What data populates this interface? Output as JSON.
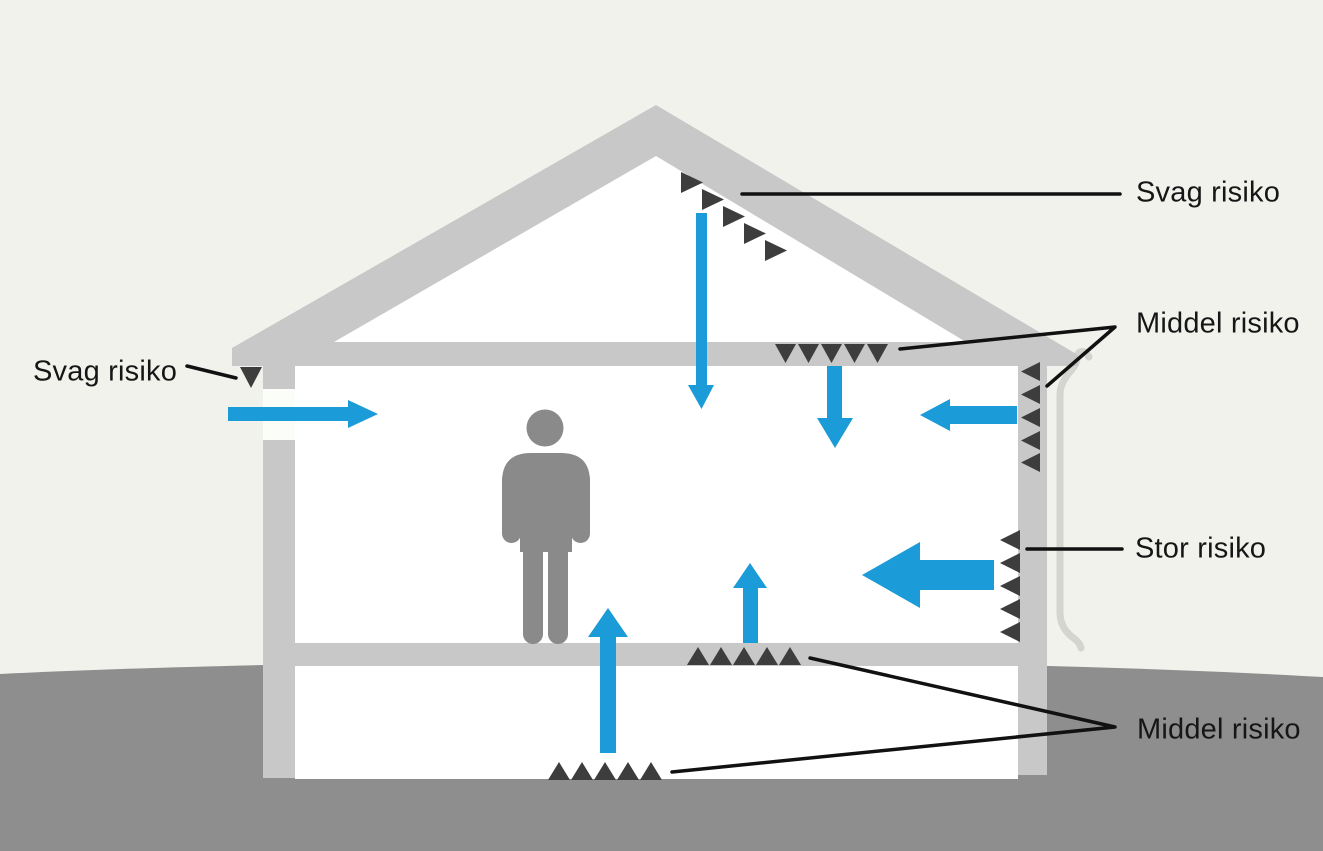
{
  "scene": {
    "background_color": "#f2f2ed",
    "ground_color": "#8e8e8e",
    "house_structure_color": "#c8c8c8",
    "interior_color": "#ffffff",
    "person_color": "#8a8a8a",
    "risk_marker_color": "#3d3d3d",
    "airflow_arrow_color": "#1b9bd7",
    "callout_line_color": "#111111",
    "downpipe_color": "#d4d4d0",
    "wall_vent_gap_color": "#fbfdf8"
  },
  "labels": {
    "svag_left": "Svag risiko",
    "svag_roof": "Svag risiko",
    "middel_right": "Middel risiko",
    "stor_right": "Stor risiko",
    "middel_bottom": "Middel risiko"
  },
  "risk_points": [
    {
      "location": "roof-underside",
      "level": "Svag risiko",
      "marker_count": 5,
      "marker_direction": "right"
    },
    {
      "location": "left-wall-top-vent",
      "level": "Svag risiko",
      "marker_count": 1,
      "marker_direction": "down"
    },
    {
      "location": "ceiling",
      "level": "Middel risiko",
      "marker_count": 5,
      "marker_direction": "down"
    },
    {
      "location": "right-wall-upper",
      "level": "Middel risiko",
      "marker_count": 5,
      "marker_direction": "left"
    },
    {
      "location": "right-wall-lower",
      "level": "Stor risiko",
      "marker_count": 5,
      "marker_direction": "left"
    },
    {
      "location": "floor-slab",
      "level": "Middel risiko",
      "marker_count": 5,
      "marker_direction": "up"
    },
    {
      "location": "ground-under-house",
      "level": "Middel risiko",
      "marker_count": 5,
      "marker_direction": "up"
    }
  ],
  "airflows": [
    {
      "id": "in-through-left-wall",
      "direction": "right",
      "size": "normal"
    },
    {
      "id": "down-from-roof",
      "direction": "down",
      "size": "normal"
    },
    {
      "id": "down-from-ceiling",
      "direction": "down",
      "size": "normal"
    },
    {
      "id": "in-through-right-wall-upper",
      "direction": "left",
      "size": "normal"
    },
    {
      "id": "in-through-right-wall-lower",
      "direction": "left",
      "size": "large"
    },
    {
      "id": "up-through-floor",
      "direction": "up",
      "size": "large"
    },
    {
      "id": "up-at-floor-joint",
      "direction": "up",
      "size": "normal"
    }
  ]
}
